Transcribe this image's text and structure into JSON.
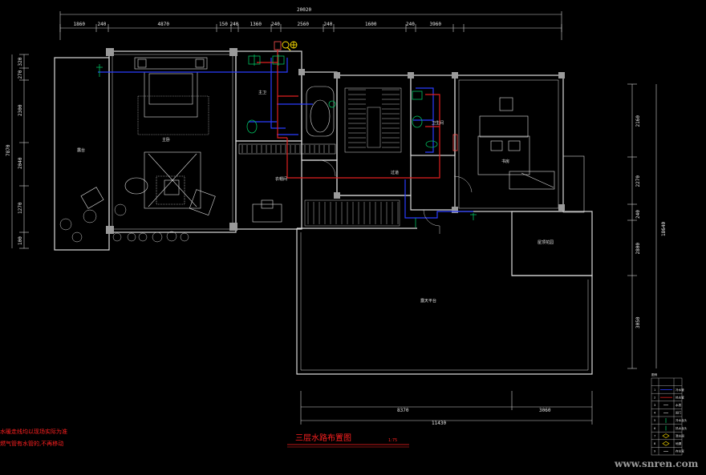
{
  "drawing": {
    "title": "三层水路布置图",
    "scale": "1:75",
    "watermark": "www.snren.com"
  },
  "notes": [
    "水暖走线均以现场实际为准",
    "燃气管有水管的,不再移动"
  ],
  "dimensions": {
    "top_total": "20020",
    "top_segments": [
      "1860",
      "240",
      "4870",
      "150",
      "240",
      "1360",
      "240",
      "2560",
      "240",
      "1600",
      "240",
      "3960"
    ],
    "left_total": "7870",
    "left_segments": [
      "320",
      "270",
      "2300",
      "2040",
      "1270",
      "100"
    ],
    "right_total": "18640",
    "right_segments": [
      "2160",
      "2270",
      "240",
      "2800",
      "3050"
    ],
    "bottom_total": "11430",
    "bottom_segments": [
      "8370",
      "3060"
    ]
  },
  "rooms": {
    "balcony": "露台",
    "master_bedroom": "主卧",
    "master_bath": "主卫",
    "walk_in_closet": "衣帽间",
    "corridor": "过道",
    "bath_2": "卫生间",
    "study": "书房",
    "roof_terrace": "屋顶花园",
    "open_roof": "露天平台"
  },
  "legend": {
    "title": "图例",
    "rows": [
      {
        "no": "1",
        "name": "冷水管"
      },
      {
        "no": "2",
        "name": "热水管"
      },
      {
        "no": "3",
        "name": "水表"
      },
      {
        "no": "4",
        "name": "阀门"
      },
      {
        "no": "5",
        "name": "冷水龙头"
      },
      {
        "no": "6",
        "name": "热水龙头"
      },
      {
        "no": "7",
        "name": "混水阀"
      },
      {
        "no": "8",
        "name": "地漏"
      },
      {
        "no": "9",
        "name": "存水弯"
      }
    ]
  },
  "colors": {
    "background": "#000000",
    "walls": "#d8d8d8",
    "cold_water": "#2a3cff",
    "hot_water": "#e02020",
    "fixtures": "#00c060",
    "valves": "#ffe000",
    "text": "#e6e6e6",
    "title": "#ff2020"
  }
}
